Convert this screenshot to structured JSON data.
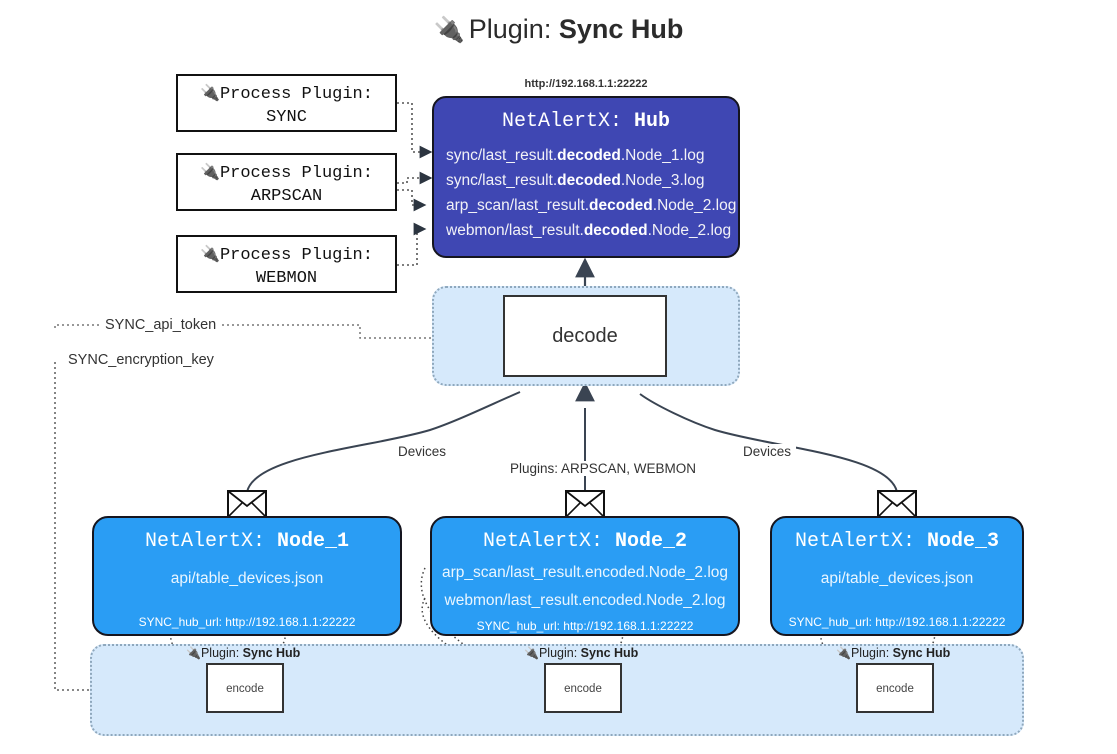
{
  "title": {
    "icon": "plug-icon",
    "prefix": "Plugin:",
    "name": "Sync Hub"
  },
  "process_plugins": [
    {
      "icon": "plug-icon",
      "line1": "Process Plugin:",
      "line2": "SYNC"
    },
    {
      "icon": "plug-icon",
      "line1": "Process Plugin:",
      "line2": "ARPSCAN"
    },
    {
      "icon": "plug-icon",
      "line1": "Process Plugin:",
      "line2": "WEBMON"
    }
  ],
  "hub": {
    "url": "http://192.168.1.1:22222",
    "title_prefix": "NetAlertX:",
    "title_name": "Hub",
    "logs": [
      {
        "pre": "sync/last_result.",
        "bold": "decoded",
        "post": ".Node_1.log"
      },
      {
        "pre": "sync/last_result.",
        "bold": "decoded",
        "post": ".Node_3.log"
      },
      {
        "pre": "arp_scan/last_result.",
        "bold": "decoded",
        "post": ".Node_2.log"
      },
      {
        "pre": "webmon/last_result.",
        "bold": "decoded",
        "post": ".Node_2.log"
      }
    ]
  },
  "decode": {
    "label": "decode"
  },
  "variables": [
    {
      "label": "SYNC_api_token"
    },
    {
      "label": "SYNC_encryption_key"
    }
  ],
  "edge_labels": {
    "left": "Devices",
    "middle": "Plugins: ARPSCAN, WEBMON",
    "right": "Devices"
  },
  "nodes": [
    {
      "icon": "envelope-icon",
      "title_prefix": "NetAlertX:",
      "title_name": "Node_1",
      "lines": [
        "api/table_devices.json"
      ],
      "url_label": "SYNC_hub_url:",
      "url_value": "http://192.168.1.1:22222"
    },
    {
      "icon": "envelope-icon",
      "title_prefix": "NetAlertX:",
      "title_name": "Node_2",
      "lines": [
        "arp_scan/last_result.encoded.Node_2.log",
        "webmon/last_result.encoded.Node_2.log"
      ],
      "url_label": "SYNC_hub_url:",
      "url_value": "http://192.168.1.1:22222"
    },
    {
      "icon": "envelope-icon",
      "title_prefix": "NetAlertX:",
      "title_name": "Node_3",
      "lines": [
        "api/table_devices.json"
      ],
      "url_label": "SYNC_hub_url:",
      "url_value": "http://192.168.1.1:22222"
    }
  ],
  "encoders": [
    {
      "icon": "plug-icon",
      "plugin_prefix": "Plugin:",
      "plugin_name": "Sync Hub",
      "label": "encode"
    },
    {
      "icon": "plug-icon",
      "plugin_prefix": "Plugin:",
      "plugin_name": "Sync Hub",
      "label": "encode"
    },
    {
      "icon": "plug-icon",
      "plugin_prefix": "Plugin:",
      "plugin_name": "Sync Hub",
      "label": "encode"
    }
  ],
  "colors": {
    "hub_fill": "#3f47b3",
    "node_fill": "#2a9df4",
    "container_fill": "#d6e9fb",
    "container_border": "#8fa8bd",
    "stroke": "#333333"
  }
}
